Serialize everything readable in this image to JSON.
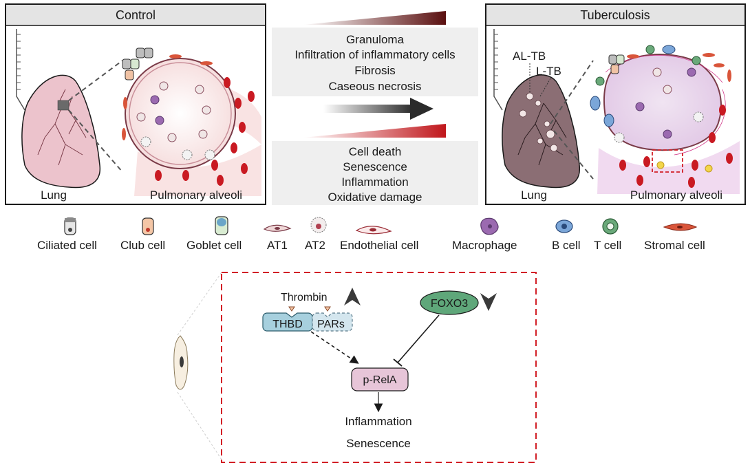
{
  "panels": {
    "control": {
      "title": "Control",
      "lung_label": "Lung",
      "alveoli_label": "Pulmonary alveoli"
    },
    "tb": {
      "title": "Tuberculosis",
      "lung_label": "Lung",
      "alveoli_label": "Pulmonary alveoli",
      "al_tb": "AL-TB",
      "l_tb": "L-TB"
    }
  },
  "changes": {
    "upper": [
      "Granuloma",
      "Infiltration of inflammatory cells",
      "Fibrosis",
      "Caseous necrosis"
    ],
    "lower": [
      "Cell death",
      "Senescence",
      "Inflammation",
      "Oxidative damage"
    ]
  },
  "legend": [
    {
      "label": "Ciliated cell",
      "icon": "ciliated-cell-icon"
    },
    {
      "label": "Club cell",
      "icon": "club-cell-icon"
    },
    {
      "label": "Goblet cell",
      "icon": "goblet-cell-icon"
    },
    {
      "label": "AT1",
      "icon": "at1-cell-icon"
    },
    {
      "label": "AT2",
      "icon": "at2-cell-icon"
    },
    {
      "label": "Endothelial cell",
      "icon": "endothelial-cell-icon"
    },
    {
      "label": "Macrophage",
      "icon": "macrophage-icon"
    },
    {
      "label": "B cell",
      "icon": "b-cell-icon"
    },
    {
      "label": "T cell",
      "icon": "t-cell-icon"
    },
    {
      "label": "Stromal cell",
      "icon": "stromal-cell-icon"
    }
  ],
  "mechanism": {
    "thrombin": "Thrombin",
    "thbd": "THBD",
    "pars": "PARs",
    "foxo3": "FOXO3",
    "p_rela": "p-RelA",
    "outcome1": "Inflammation",
    "outcome2": "Senescence"
  },
  "colors": {
    "arrow_red": "#c0161b",
    "foxo3_green": "#5fa77a",
    "thbd_blue": "#a7d0de",
    "rela_pink": "#e7c5d8",
    "dash_red": "#d21f26"
  }
}
